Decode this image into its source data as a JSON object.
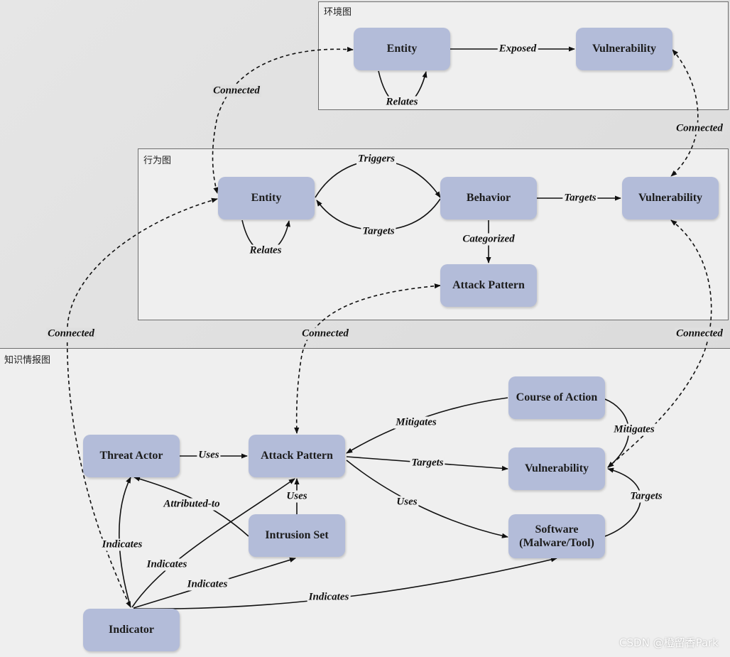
{
  "panels": {
    "env": "环境图",
    "behavior": "行为图",
    "knowledge": "知识情报图"
  },
  "nodes": {
    "env_entity": "Entity",
    "env_vulnerability": "Vulnerability",
    "beh_entity": "Entity",
    "beh_behavior": "Behavior",
    "beh_vulnerability": "Vulnerability",
    "beh_attack_pattern": "Attack Pattern",
    "k_course_of_action": "Course of Action",
    "k_threat_actor": "Threat Actor",
    "k_attack_pattern": "Attack Pattern",
    "k_vulnerability": "Vulnerability",
    "k_intrusion_set": "Intrusion Set",
    "k_software": "Software\n(Malware/Tool)",
    "k_indicator": "Indicator"
  },
  "edges": {
    "exposed": "Exposed",
    "env_relates": "Relates",
    "connected_env_beh_entity": "Connected",
    "connected_env_beh_vuln": "Connected",
    "triggers": "Triggers",
    "targets_back": "Targets",
    "beh_targets": "Targets",
    "beh_relates": "Relates",
    "categorized": "Categorized",
    "connected_indicator_entity": "Connected",
    "connected_attack_pattern": "Connected",
    "connected_vuln": "Connected",
    "mitigates_1": "Mitigates",
    "mitigates_2": "Mitigates",
    "uses_ta_ap": "Uses",
    "targets_ap_vuln": "Targets",
    "targets_sw_vuln": "Targets",
    "attributed_to": "Attributed-to",
    "uses_is_ap": "Uses",
    "uses_ap_sw": "Uses",
    "indicates_ta": "Indicates",
    "indicates_ap": "Indicates",
    "indicates_is": "Indicates",
    "indicates_sw": "Indicates"
  },
  "watermark": "CSDN @橙留香Park"
}
